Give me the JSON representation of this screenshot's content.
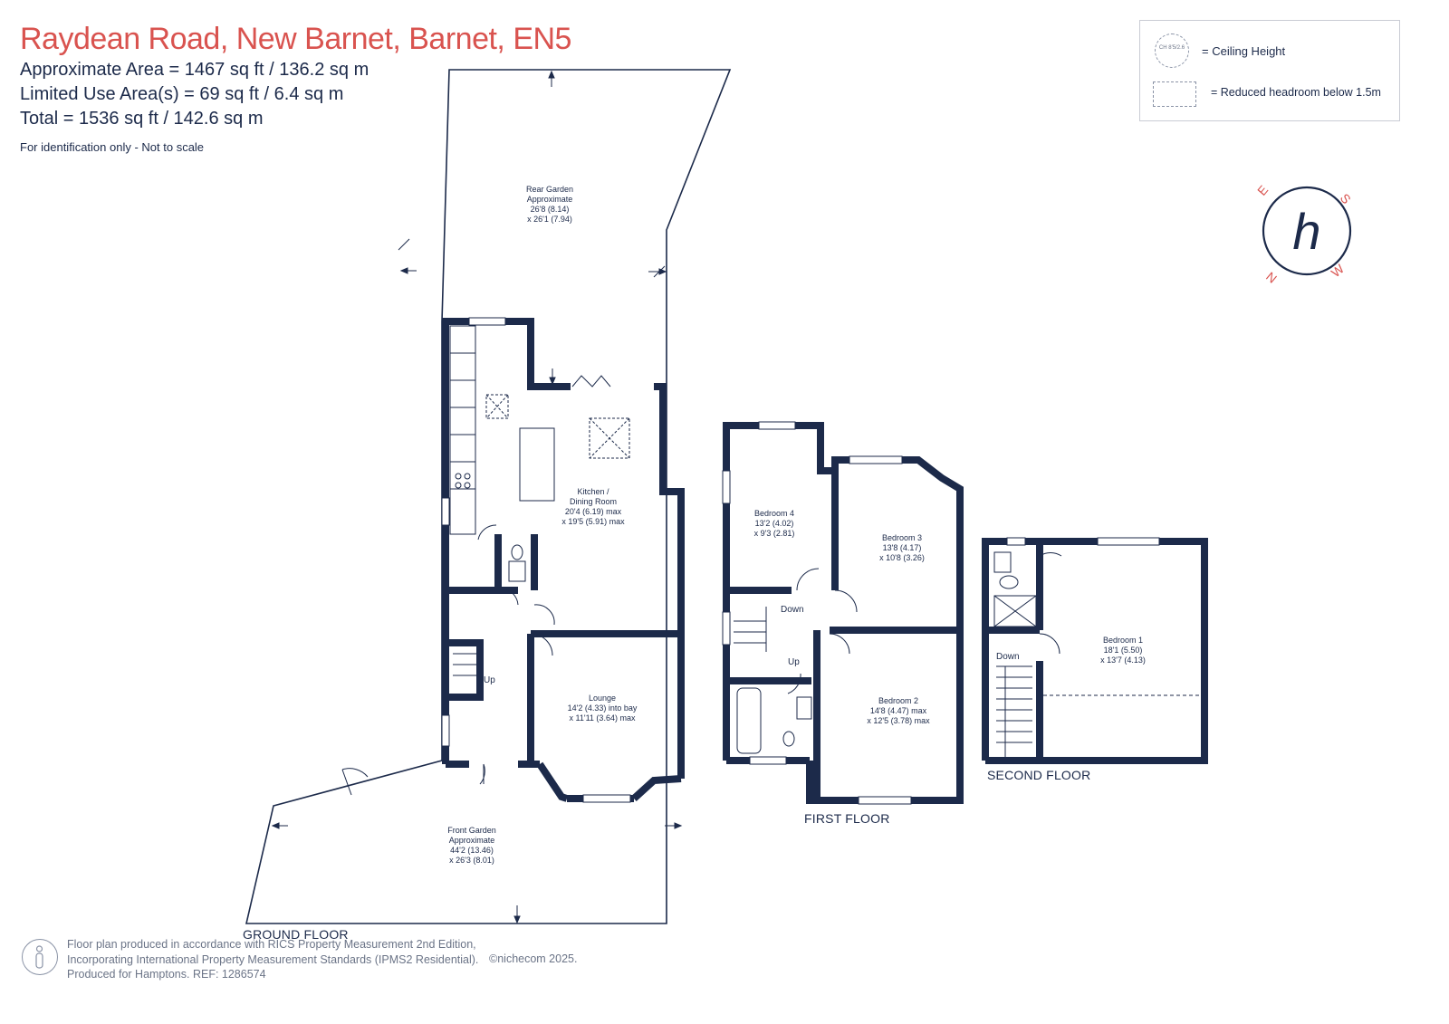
{
  "header": {
    "title": "Raydean Road, New Barnet, Barnet, EN5",
    "approx_area": "Approximate Area = 1467 sq ft / 136.2 sq m",
    "limited_use_area": "Limited Use Area(s) = 69 sq ft / 6.4 sq m",
    "total": "Total = 1536 sq ft / 142.6 sq m",
    "note": "For identification only - Not to scale"
  },
  "legend": {
    "ceiling_icon_text": "CH 8'5/2.6",
    "ceiling_label": "= Ceiling Height",
    "reduced_label": "= Reduced headroom below 1.5m"
  },
  "compass": {
    "letters": [
      "N",
      "E",
      "S",
      "W"
    ],
    "logo_glyph": "h"
  },
  "rooms": {
    "rear_garden": [
      "Rear Garden",
      "Approximate",
      "26'8 (8.14)",
      "x 26'1 (7.94)"
    ],
    "kitchen": [
      "Kitchen /",
      "Dining Room",
      "20'4 (6.19) max",
      "x 19'5 (5.91) max"
    ],
    "lounge": [
      "Lounge",
      "14'2 (4.33) into bay",
      "x 11'11 (3.64) max"
    ],
    "front_garden": [
      "Front Garden",
      "Approximate",
      "44'2 (13.46)",
      "x 26'3 (8.01)"
    ],
    "bedroom4": [
      "Bedroom 4",
      "13'2 (4.02)",
      "x 9'3 (2.81)"
    ],
    "bedroom3": [
      "Bedroom 3",
      "13'8 (4.17)",
      "x 10'8 (3.26)"
    ],
    "bedroom2": [
      "Bedroom 2",
      "14'8 (4.47) max",
      "x 12'5 (3.78) max"
    ],
    "bedroom1": [
      "Bedroom 1",
      "18'1 (5.50)",
      "x 13'7 (4.13)"
    ]
  },
  "stairs": {
    "ground_up": "Up",
    "first_down": "Down",
    "first_up": "Up",
    "second_down": "Down"
  },
  "floors": {
    "ground": "GROUND FLOOR",
    "first": "FIRST FLOOR",
    "second": "SECOND FLOOR"
  },
  "footer": {
    "line1": "Floor plan produced in accordance with RICS Property Measurement 2nd Edition,",
    "line2": "Incorporating International Property Measurement Standards (IPMS2 Residential).",
    "line3": "Produced for Hamptons.   REF:  1286574",
    "copyright": "©nichecom 2025."
  },
  "colors": {
    "title_red": "#d9534f",
    "wall_navy": "#1c2a4a",
    "footer_grey": "#6b7487"
  }
}
